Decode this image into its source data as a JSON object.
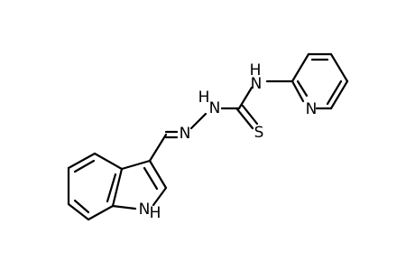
{
  "molecule": {
    "atoms": {
      "thione_s": "S",
      "amide_nh": "H",
      "amide_n": "N",
      "pyridine_n": "N",
      "hydrazine_nh": "H",
      "hydrazine_n": "N",
      "imine_n": "N",
      "indole_n": "N",
      "indole_nh": "H"
    }
  }
}
